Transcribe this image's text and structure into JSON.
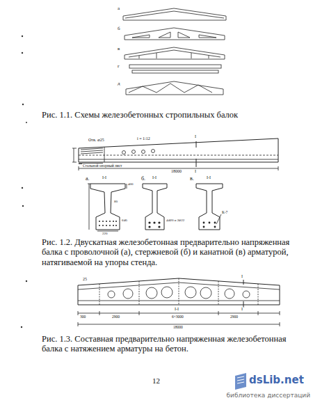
{
  "diagram": {
    "labels": [
      "а",
      "б",
      "в",
      "г",
      "д",
      "Рис. 1.1. Схемы железобетонных стропильных балок",
      "Отв. ⌀25",
      "i = 1:12",
      "I",
      "I",
      "Стальной опорный лист",
      "18000",
      "а.",
      "I-I",
      "б.",
      "I-I",
      "в.",
      "I-I",
      "400",
      "80",
      "6⌀5",
      "220",
      "4⌀20 и 2⌀22",
      "К-7",
      "Рис. 1.2. Двускатная железобетонная предварительно напряженная балка с проволочной (а), стержневой (б) и канатной (в) арматурой, натягиваемой на упоры стенда.",
      "25",
      "I",
      "I",
      "I-I",
      "300",
      "2900",
      "6×3000",
      "2900",
      "18000",
      "Рис. 1.3. Составная предварительно напряженная железобетонная балка с натяжением арматуры на бетон.",
      "12",
      "dsLib.net",
      "библиотека диссертаций"
    ]
  }
}
